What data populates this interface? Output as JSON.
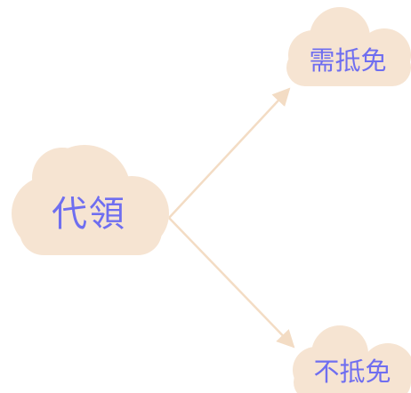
{
  "diagram": {
    "type": "mind-map",
    "colors": {
      "cloud_fill": "#f6e4d2",
      "connector": "#f3dcc4",
      "label_text": "#6f6ef0",
      "background": "#ffffff"
    },
    "root": {
      "label": "代領",
      "shape": "cloud"
    },
    "children": [
      {
        "label": "需抵免",
        "shape": "cloud"
      },
      {
        "label": "不抵免",
        "shape": "cloud"
      }
    ]
  }
}
